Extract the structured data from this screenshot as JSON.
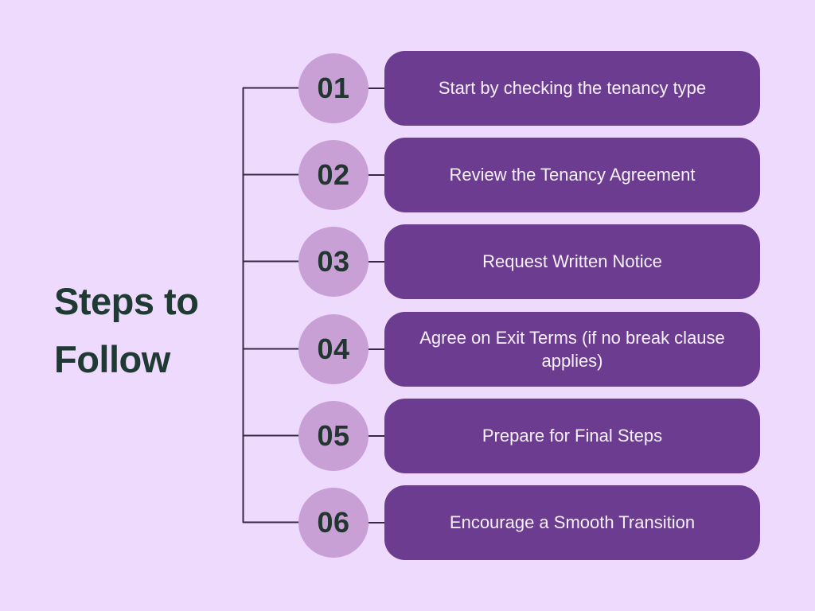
{
  "heading": {
    "line1": "Steps to",
    "line2": "Follow",
    "full": "Steps to Follow"
  },
  "colors": {
    "background": "#EEDAFC",
    "box_purple": "#6C3C91",
    "circle_purple": "#C8A0D6",
    "heading_green": "#1E3A32",
    "box_text": "#F7F1FB",
    "number_text": "#21362F",
    "connector_line": "#3B2544"
  },
  "steps": [
    {
      "number": "01",
      "label": "Start by checking the tenancy type"
    },
    {
      "number": "02",
      "label": "Review the Tenancy Agreement"
    },
    {
      "number": "03",
      "label": "Request Written Notice"
    },
    {
      "number": "04",
      "label": "Agree on Exit Terms (if no break clause applies)"
    },
    {
      "number": "05",
      "label": "Prepare for Final Steps"
    },
    {
      "number": "06",
      "label": "Encourage a Smooth Transition"
    }
  ]
}
